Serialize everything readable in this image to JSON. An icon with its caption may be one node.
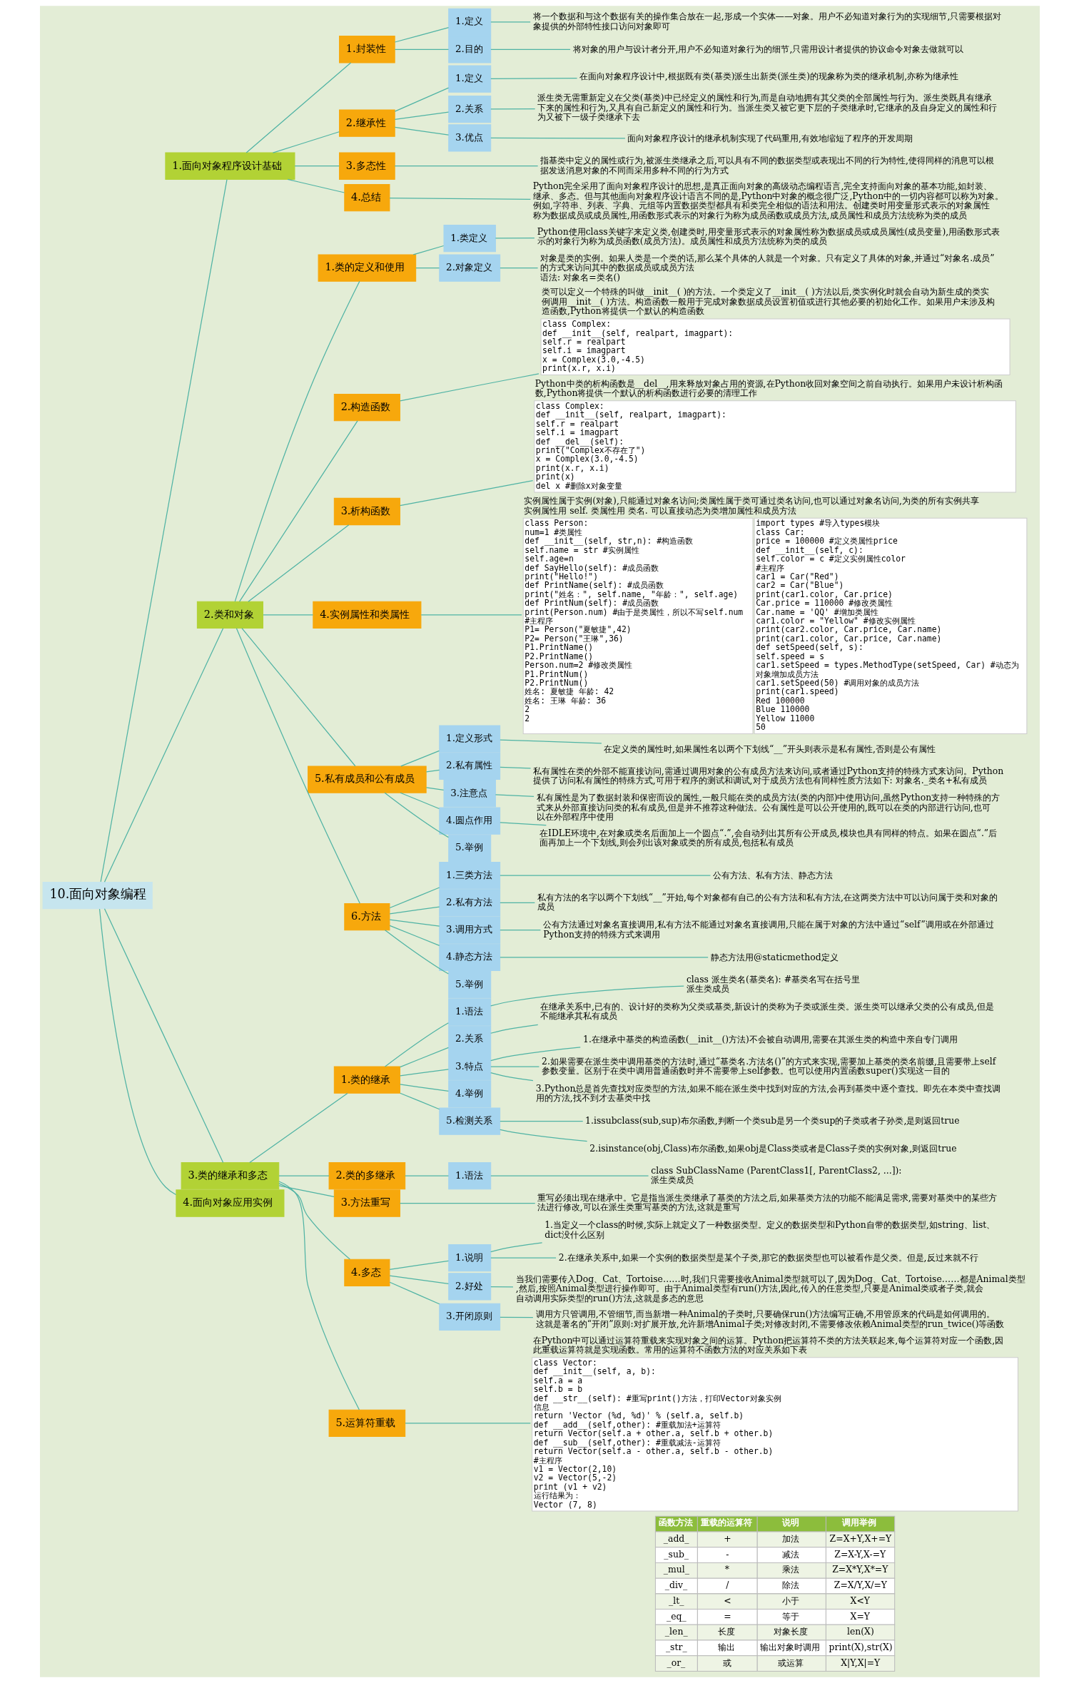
{
  "diagram": {
    "nodes": [
      {
        "text": [
          "10.面向对象编程"
        ]
      },
      {
        "text": [
          "1.面向对象程序设计基础"
        ]
      },
      {
        "text": [
          "1.封装性"
        ]
      },
      {
        "text": [
          "1.定义"
        ]
      },
      {
        "text": [
          "将一个数据和与这个数据有关的操作集合放在一起,形成一个实体——对象。用户不必知道对象行为的实现细节,只需要根据对象提供的外部特性接口访问对象即可"
        ]
      },
      {
        "text": [
          "2.目的"
        ]
      },
      {
        "text": [
          "将对象的用户与设计者分开,用户不必知道对象行为的细节,只需用设计者提供的协议命令对象去做就可以"
        ]
      },
      {
        "text": [
          "2.继承性"
        ]
      },
      {
        "text": [
          "1.定义"
        ]
      },
      {
        "text": [
          "在面向对象程序设计中,根据既有类(基类)派生出新类(派生类)的现象称为类的继承机制,亦称为继承性"
        ]
      },
      {
        "text": [
          "2.关系"
        ]
      },
      {
        "text": [
          "派生类无需重新定义在父类(基类)中已经定义的属性和行为,而是自动地拥有其父类的全部属性与行为。派生类既具有继承下来的属性和行为,又具有自己新定义的属性和行为。当派生类又被它更下层的子类继承时,它继承的及自身定义的属性和行为又被下一级子类继承下去"
        ]
      },
      {
        "text": [
          "3.优点"
        ]
      },
      {
        "text": [
          "面向对象程序设计的继承机制实现了代码重用,有效地缩短了程序的开发周期"
        ]
      },
      {
        "text": [
          "3.多态性"
        ]
      },
      {
        "text": [
          "指基类中定义的属性或行为,被派生类继承之后,可以具有不同的数据类型或表现出不同的行为特性,使得同样的消息可以根据发送消息对象的不同而采用多种不同的行为方式"
        ]
      },
      {
        "text": [
          "4.总结"
        ]
      },
      {
        "text": [
          "Python完全采用了面向对象程序设计的思想,是真正面向对象的高级动态编程语言,完全支持面向对象的基本功能,如封装、继承、多态。但与其他面向对象程序设计语言不同的是,Python中对象的概念很广泛,Python中的一切内容都可以称为对象。例如,字符串、列表、字典、元组等内置数据类型都具有和类完全相似的语法和用法。创建类时用变量形式表示的对象属性称为数据成员或成员属性,用函数形式表示的对象行为称为成员函数或成员方法,成员属性和成员方法统称为类的成员"
        ]
      },
      {
        "text": [
          "2.类和对象"
        ]
      },
      {
        "text": [
          "1.类的定义和使用"
        ]
      },
      {
        "text": [
          "1.类定义"
        ]
      },
      {
        "text": [
          "Python使用class关键字来定义类,创建类时,用变量形式表示的对象属性称为数据成员或成员属性(成员变量),用函数形式表示的对象行为称为成员函数(成员方法)。成员属性和成员方法统称为类的成员"
        ]
      },
      {
        "text": [
          "2.对象定义"
        ]
      },
      {
        "text": [
          "对象是类的实例。如果人类是一个类的话,那么某个具体的人就是一个对象。只有定义了具体的对象,并通过“对象名.成员”的方式来访问其中的数据成员或成员方法",
          "语法: 对象名=类名()"
        ]
      },
      {
        "text": [
          "2.构造函数"
        ]
      },
      {
        "text": [
          "类可以定义一个特殊的叫做__init__( )的方法。一个类定义了__init__( )方法以后,类实例化时就会自动为新生成的类实例调用__init__( )方法。构造函数一般用于完成对象数据成员设置初值或进行其他必要的初始化工作。如果用户未涉及构造函数,Python将提供一个默认的构造函数",
          "class Complex:",
          "def __init__(self, realpart, imagpart):",
          "self.r = realpart",
          "self.i = imagpart",
          "x = Complex(3.0,-4.5)",
          "print(x.r, x.i)"
        ]
      },
      {
        "text": [
          "3.析构函数"
        ]
      },
      {
        "text": [
          "Python中类的析构函数是__del__,用来释放对象占用的资源,在Python收回对象空间之前自动执行。如果用户未设计析构函数,Python将提供一个默认的析构函数进行必要的清理工作",
          "class Complex:",
          "def __init__(self, realpart, imagpart):",
          "self.r = realpart",
          "self.i = imagpart",
          "def __del__(self):",
          "print(\"Complex不存在了\")",
          "x = Complex(3.0,-4.5)",
          "print(x.r, x.i)",
          "print(x)",
          "del x #删除x对象变量"
        ]
      },
      {
        "text": [
          "4.实例属性和类属性"
        ]
      },
      {
        "text": [
          "实例属性属于实例(对象),只能通过对象名访问;类属性属于类可通过类名访问,也可以通过对象名访问,为类的所有实例共享",
          "实例属性用 self. 类属性用 类名. 可以直接动态为类增加属性和成员方法",
          "class Person:",
          "num=1 #类属性",
          "def __init__(self, str,n): #构造函数",
          "self.name = str #实例属性",
          "self.age=n",
          "def SayHello(self): #成员函数",
          "print(\"Hello!\")",
          "def PrintName(self): #成员函数",
          "print(\"姓名：\", self.name, \"年龄：\", self.age)",
          "def PrintNum(self): #成员函数",
          "print(Person.num) #由于是类属性，所以不写self.num",
          "#主程序",
          "P1= Person(\"夏敏捷\",42)",
          "P2= Person(\"王琳\",36)",
          "P1.PrintName()",
          "P2.PrintName()",
          "Person.num=2 #修改类属性",
          "P1.PrintNum()",
          "P2.PrintNum()",
          "姓名: 夏敏捷 年龄: 42",
          "姓名: 王琳 年龄: 36",
          "2",
          "2",
          "import types #导入types模块",
          "class Car:",
          "price = 100000 #定义类属性price",
          "def __init__(self, c):",
          "self.color = c #定义实例属性color",
          "#主程序",
          "car1 = Car(\"Red\")",
          "car2 = Car(\"Blue\")",
          "print(car1.color, Car.price)",
          "Car.price = 110000 #修改类属性",
          "Car.name = 'QQ' #增加类属性",
          "car1.color = \"Yellow\" #修改实例属性",
          "print(car2.color, Car.price, Car.name)",
          "print(car1.color, Car.price, Car.name)",
          "def setSpeed(self, s):",
          "self.speed = s",
          "car1.setSpeed = types.MethodType(setSpeed, Car) #动态为对象增加成员方法",
          "car1.setSpeed(50) #调用对象的成员方法",
          "print(car1.speed)",
          "Red 100000",
          "Blue 110000",
          "Yellow 11000",
          "50"
        ]
      },
      {
        "text": [
          "5.私有成员和公有成员"
        ]
      },
      {
        "text": [
          "1.定义形式"
        ]
      },
      {
        "text": [
          "在定义类的属性时,如果属性名以两个下划线“__”开头则表示是私有属性,否则是公有属性"
        ]
      },
      {
        "text": [
          "2.私有属性"
        ]
      },
      {
        "text": [
          "私有属性在类的外部不能直接访问,需通过调用对象的公有成员方法来访问,或者通过Python支持的特殊方式来访问。Python提供了访问私有属性的特殊方式,可用于程序的测试和调试,对于成员方法也有同样性质方法如下: 对象名._类名+私有成员"
        ]
      },
      {
        "text": [
          "3.注意点"
        ]
      },
      {
        "text": [
          "私有属性是为了数据封装和保密而设的属性,一般只能在类的成员方法(类的内部)中使用访问,虽然Python支持一种特殊的方式来从外部直接访问类的私有成员,但是并不推荐这种做法。公有属性是可以公开使用的,既可以在类的内部进行访问,也可以在外部程序中使用"
        ]
      },
      {
        "text": [
          "4.圆点作用"
        ]
      },
      {
        "text": [
          "在IDLE环境中,在对象或类名后面加上一个圆点“.”,会自动列出其所有公开成员,模块也具有同样的特点。如果在圆点“.”后面再加上一个下划线,则会列出该对象或类的所有成员,包括私有成员"
        ]
      },
      {
        "text": [
          "5.举例"
        ]
      },
      {
        "text": [
          "6.方法"
        ]
      },
      {
        "text": [
          "1.三类方法"
        ]
      },
      {
        "text": [
          "公有方法、私有方法、静态方法"
        ]
      },
      {
        "text": [
          "2.私有方法"
        ]
      },
      {
        "text": [
          "私有方法的名字以两个下划线“__”开始,每个对象都有自己的公有方法和私有方法,在这两类方法中可以访问属于类和对象的成员"
        ]
      },
      {
        "text": [
          "3.调用方式"
        ]
      },
      {
        "text": [
          "公有方法通过对象名直接调用,私有方法不能通过对象名直接调用,只能在属于对象的方法中通过“self”调用或在外部通过Python支持的特殊方式来调用"
        ]
      },
      {
        "text": [
          "4.静态方法"
        ]
      },
      {
        "text": [
          "静态方法用@staticmethod定义"
        ]
      },
      {
        "text": [
          "5.举例"
        ]
      },
      {
        "text": [
          "3.类的继承和多态"
        ]
      },
      {
        "text": [
          "1.类的继承"
        ]
      },
      {
        "text": [
          "1.语法"
        ]
      },
      {
        "text": [
          "class 派生类名(基类名): #基类名写在括号里",
          "派生类成员"
        ]
      },
      {
        "text": [
          "2.关系"
        ]
      },
      {
        "text": [
          "在继承关系中,已有的、设计好的类称为父类或基类,新设计的类称为子类或派生类。派生类可以继承父类的公有成员,但是不能继承其私有成员"
        ]
      },
      {
        "text": [
          "3.特点"
        ]
      },
      {
        "text": [
          "1.在继承中基类的构造函数(__init__()方法)不会被自动调用,需要在其派生类的构造中亲自专门调用"
        ]
      },
      {
        "text": [
          "2.如果需要在派生类中调用基类的方法时,通过“基类名.方法名()”的方式来实现,需要加上基类的类名前缀,且需要带上self参数变量。区别于在类中调用普通函数时并不需要带上self参数。也可以使用内置函数super()实现这一目的"
        ]
      },
      {
        "text": [
          "3.Python总是首先查找对应类型的方法,如果不能在派生类中找到对应的方法,会再到基类中逐个查找。即先在本类中查找调用的方法,找不到才去基类中找"
        ]
      },
      {
        "text": [
          "4.举例"
        ]
      },
      {
        "text": [
          "5.检测关系"
        ]
      },
      {
        "text": [
          "1.issubclass(sub,sup)布尔函数,判断一个类sub是另一个类sup的子类或者子孙类,是则返回true"
        ]
      },
      {
        "text": [
          "2.isinstance(obj,Class)布尔函数,如果obj是Class类或者是Class子类的实例对象,则返回true"
        ]
      },
      {
        "text": [
          "2.类的多继承"
        ]
      },
      {
        "text": [
          "1.语法"
        ]
      },
      {
        "text": [
          "class SubClassName (ParentClass1[, ParentClass2, ...]):",
          "派生类成员"
        ]
      },
      {
        "text": [
          "3.方法重写"
        ]
      },
      {
        "text": [
          "重写必须出现在继承中。它是指当派生类继承了基类的方法之后,如果基类方法的功能不能满足需求,需要对基类中的某些方法进行修改,可以在派生类重写基类的方法,这就是重写"
        ]
      },
      {
        "text": [
          "4.多态"
        ]
      },
      {
        "text": [
          "1.说明"
        ]
      },
      {
        "text": [
          "1.当定义一个class的时候,实际上就定义了一种数据类型。定义的数据类型和Python自带的数据类型,如string、list、dict没什么区别"
        ]
      },
      {
        "text": [
          "2.在继承关系中,如果一个实例的数据类型是某个子类,那它的数据类型也可以被看作是父类。但是,反过来就不行"
        ]
      },
      {
        "text": [
          "2.好处"
        ]
      },
      {
        "text": [
          "当我们需要传入Dog、Cat、Tortoise……时,我们只需要接收Animal类型就可以了,因为Dog、Cat、Tortoise……都是Animal类型,然后,按照Animal类型进行操作即可。由于Animal类型有run()方法,因此,传入的任意类型,只要是Animal类或者子类,就会自动调用实际类型的run()方法,这就是多态的意思"
        ]
      },
      {
        "text": [
          "3.开闭原则"
        ]
      },
      {
        "text": [
          "调用方只管调用,不管细节,而当新增一种Animal的子类时,只要确保run()方法编写正确,不用管原来的代码是如何调用的。这就是著名的“开闭”原则:对扩展开放,允许新增Animal子类;对修改封闭,不需要修改依赖Animal类型的run_twice()等函数"
        ]
      },
      {
        "text": [
          "5.运算符重载"
        ]
      },
      {
        "text": [
          "在Python中可以通过运算符重载来实现对象之间的运算。Python把运算符不类的方法关联起来,每个运算符对应一个函数,因此重载运算符就是实现函数。常用的运算符不函数方法的对应关系如下表",
          "class Vector:",
          "def __init__(self, a, b):",
          "self.a = a",
          "self.b = b",
          "def __str__(self): #重写print()方法，打印Vector对象实例信息",
          "return 'Vector (%d, %d)' % (self.a, self.b)",
          "def __add__(self,other): #重载加法+运算符",
          "return Vector(self.a + other.a, self.b + other.b)",
          "def __sub__(self,other): #重载减法-运算符",
          "return Vector(self.a - other.a, self.b - other.b)",
          "#主程序",
          "v1 = Vector(2,10)",
          "v2 = Vector(5,-2)",
          "print (v1 + v2)",
          "运行结果为：",
          "Vector (7, 8)"
        ]
      },
      {
        "text": [
          "4.面向对象应用实例"
        ]
      }
    ],
    "edges": [
      {
        "from": 0,
        "to": 1,
        "arrow": "none"
      },
      {
        "from": 1,
        "to": 2,
        "arrow": "none"
      },
      {
        "from": 2,
        "to": 3,
        "arrow": "none"
      },
      {
        "from": 3,
        "to": 4,
        "arrow": "none"
      },
      {
        "from": 2,
        "to": 5,
        "arrow": "none"
      },
      {
        "from": 5,
        "to": 6,
        "arrow": "none"
      },
      {
        "from": 1,
        "to": 7,
        "arrow": "none"
      },
      {
        "from": 7,
        "to": 8,
        "arrow": "none"
      },
      {
        "from": 8,
        "to": 9,
        "arrow": "none"
      },
      {
        "from": 7,
        "to": 10,
        "arrow": "none"
      },
      {
        "from": 10,
        "to": 11,
        "arrow": "none"
      },
      {
        "from": 7,
        "to": 12,
        "arrow": "none"
      },
      {
        "from": 12,
        "to": 13,
        "arrow": "none"
      },
      {
        "from": 1,
        "to": 14,
        "arrow": "none"
      },
      {
        "from": 14,
        "to": 15,
        "arrow": "none"
      },
      {
        "from": 1,
        "to": 16,
        "arrow": "none"
      },
      {
        "from": 16,
        "to": 17,
        "arrow": "none"
      },
      {
        "from": 0,
        "to": 18,
        "arrow": "none"
      },
      {
        "from": 18,
        "to": 19,
        "arrow": "none"
      },
      {
        "from": 19,
        "to": 20,
        "arrow": "none"
      },
      {
        "from": 20,
        "to": 21,
        "arrow": "none"
      },
      {
        "from": 19,
        "to": 22,
        "arrow": "none"
      },
      {
        "from": 22,
        "to": 23,
        "arrow": "none"
      },
      {
        "from": 18,
        "to": 24,
        "arrow": "none"
      },
      {
        "from": 24,
        "to": 25,
        "arrow": "none"
      },
      {
        "from": 18,
        "to": 26,
        "arrow": "none"
      },
      {
        "from": 26,
        "to": 27,
        "arrow": "none"
      },
      {
        "from": 18,
        "to": 28,
        "arrow": "none"
      },
      {
        "from": 28,
        "to": 29,
        "arrow": "none"
      },
      {
        "from": 18,
        "to": 30,
        "arrow": "none"
      },
      {
        "from": 30,
        "to": 31,
        "arrow": "none"
      },
      {
        "from": 31,
        "to": 32,
        "arrow": "none"
      },
      {
        "from": 30,
        "to": 33,
        "arrow": "none"
      },
      {
        "from": 33,
        "to": 34,
        "arrow": "none"
      },
      {
        "from": 30,
        "to": 35,
        "arrow": "none"
      },
      {
        "from": 35,
        "to": 36,
        "arrow": "none"
      },
      {
        "from": 30,
        "to": 37,
        "arrow": "none"
      },
      {
        "from": 37,
        "to": 38,
        "arrow": "none"
      },
      {
        "from": 30,
        "to": 39,
        "arrow": "none"
      },
      {
        "from": 18,
        "to": 40,
        "arrow": "none"
      },
      {
        "from": 40,
        "to": 41,
        "arrow": "none"
      },
      {
        "from": 41,
        "to": 42,
        "arrow": "none"
      },
      {
        "from": 40,
        "to": 43,
        "arrow": "none"
      },
      {
        "from": 43,
        "to": 44,
        "arrow": "none"
      },
      {
        "from": 40,
        "to": 45,
        "arrow": "none"
      },
      {
        "from": 45,
        "to": 46,
        "arrow": "none"
      },
      {
        "from": 40,
        "to": 47,
        "arrow": "none"
      },
      {
        "from": 47,
        "to": 48,
        "arrow": "none"
      },
      {
        "from": 40,
        "to": 49,
        "arrow": "none"
      },
      {
        "from": 0,
        "to": 50,
        "arrow": "none"
      },
      {
        "from": 50,
        "to": 51,
        "arrow": "none"
      },
      {
        "from": 51,
        "to": 52,
        "arrow": "none"
      },
      {
        "from": 52,
        "to": 53,
        "arrow": "none"
      },
      {
        "from": 51,
        "to": 54,
        "arrow": "none"
      },
      {
        "from": 54,
        "to": 55,
        "arrow": "none"
      },
      {
        "from": 51,
        "to": 56,
        "arrow": "none"
      },
      {
        "from": 56,
        "to": 57,
        "arrow": "none"
      },
      {
        "from": 56,
        "to": 58,
        "arrow": "none"
      },
      {
        "from": 56,
        "to": 59,
        "arrow": "none"
      },
      {
        "from": 51,
        "to": 60,
        "arrow": "none"
      },
      {
        "from": 51,
        "to": 61,
        "arrow": "none"
      },
      {
        "from": 61,
        "to": 62,
        "arrow": "none"
      },
      {
        "from": 61,
        "to": 63,
        "arrow": "none"
      },
      {
        "from": 50,
        "to": 64,
        "arrow": "none"
      },
      {
        "from": 64,
        "to": 65,
        "arrow": "none"
      },
      {
        "from": 65,
        "to": 66,
        "arrow": "none"
      },
      {
        "from": 50,
        "to": 67,
        "arrow": "none"
      },
      {
        "from": 67,
        "to": 68,
        "arrow": "none"
      },
      {
        "from": 50,
        "to": 69,
        "arrow": "none"
      },
      {
        "from": 69,
        "to": 70,
        "arrow": "none"
      },
      {
        "from": 70,
        "to": 71,
        "arrow": "none"
      },
      {
        "from": 70,
        "to": 72,
        "arrow": "none"
      },
      {
        "from": 69,
        "to": 73,
        "arrow": "none"
      },
      {
        "from": 73,
        "to": 74,
        "arrow": "none"
      },
      {
        "from": 69,
        "to": 75,
        "arrow": "none"
      },
      {
        "from": 75,
        "to": 76,
        "arrow": "none"
      },
      {
        "from": 50,
        "to": 77,
        "arrow": "none"
      },
      {
        "from": 77,
        "to": 78,
        "arrow": "none"
      },
      {
        "from": 0,
        "to": 79,
        "arrow": "none"
      }
    ],
    "labels": [
      "函数方法",
      "重载的运算符",
      "说明",
      "调用举例",
      "_add_",
      "+",
      "加法",
      "Z=X+Y,X+=Y",
      "_sub_",
      "-",
      "减法",
      "Z=X-Y,X-=Y",
      "_mul_",
      "*",
      "乘法",
      "Z=X*Y,X*=Y",
      "_div_",
      "/",
      "除法",
      "Z=X/Y,X/=Y",
      "_lt_",
      "<",
      "小于",
      "X<Y",
      "_eq_",
      "=",
      "等于",
      "X=Y",
      "_len_",
      "长度",
      "对象长度",
      "len(X)",
      "_str_",
      "输出",
      "输出对象时调用",
      "print(X),str(X)",
      "_or_",
      "或",
      "或运算",
      "X|Y,X|=Y"
    ]
  }
}
